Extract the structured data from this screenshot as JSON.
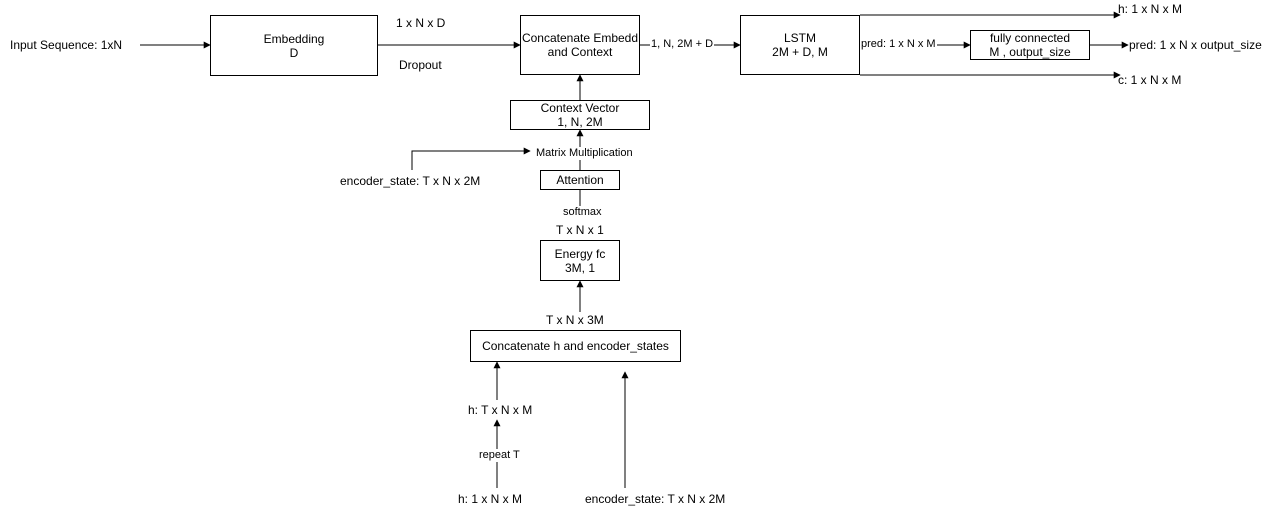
{
  "boxes": {
    "embedding": [
      "Embedding",
      "D"
    ],
    "concat_embed_context": [
      "Concatenate Embedd",
      "and Context"
    ],
    "lstm": [
      "LSTM",
      "2M + D, M"
    ],
    "fully_connected": [
      "fully connected",
      "M , output_size"
    ],
    "context_vector": [
      "Context Vector",
      "1, N, 2M"
    ],
    "attention": [
      "Attention"
    ],
    "energy_fc": [
      "Energy fc",
      "3M, 1"
    ],
    "concat_h_encoder": [
      "Concatenate h and encoder_states"
    ]
  },
  "labels": {
    "input_sequence": "Input Sequence: 1xN",
    "embed_out": "1 x N x D",
    "dropout": "Dropout",
    "concat_out": "1, N, 2M + D",
    "lstm_pred": "pred: 1 x N x M",
    "h_out": "h: 1 x N x M",
    "c_out": "c: 1 x N x M",
    "pred_out": "pred: 1 x N x output_size",
    "matrix_mult": "Matrix Multiplication",
    "encoder_state_left": "encoder_state: T x N x 2M",
    "softmax": "softmax",
    "energy_out": "T x N x 1",
    "concat_h_out": "T x N x 3M",
    "h_repeated": "h: T x N x M",
    "repeat_t": "repeat T",
    "h_in": "h: 1 x N x M",
    "encoder_state_bottom": "encoder_state: T x N x 2M"
  }
}
